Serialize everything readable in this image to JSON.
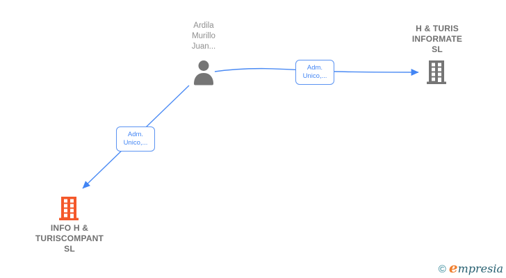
{
  "diagram": {
    "person": {
      "name": "Ardila\nMurillo\nJuan...",
      "icon": "person-icon"
    },
    "company_right": {
      "name": "H & TURIS\nINFORMATE\nSL",
      "icon": "building-icon",
      "icon_color": "#757575"
    },
    "company_bottom": {
      "name": "INFO H &\nTURISCOMPANT\nSL",
      "icon": "building-icon",
      "icon_color": "#f4582a"
    },
    "edges": [
      {
        "from": "person",
        "to": "company_right",
        "label": "Adm.\nUnico,..."
      },
      {
        "from": "person",
        "to": "company_bottom",
        "label": "Adm.\nUnico,..."
      }
    ]
  },
  "footer": {
    "copyright": "©",
    "brand_first": "e",
    "brand_rest": "mpresia"
  },
  "colors": {
    "edge_blue": "#4285f4",
    "edge_label_border": "#5b93f2",
    "edge_label_text": "#4285f4",
    "node_gray": "#757575",
    "person_label_gray": "#8f8f8f",
    "company_label_gray": "#6f6f6f",
    "company_orange": "#f4582a",
    "logo_teal": "#2b8294",
    "logo_orange": "#f08030",
    "logo_dark_teal": "#265f70",
    "background": "#ffffff"
  }
}
